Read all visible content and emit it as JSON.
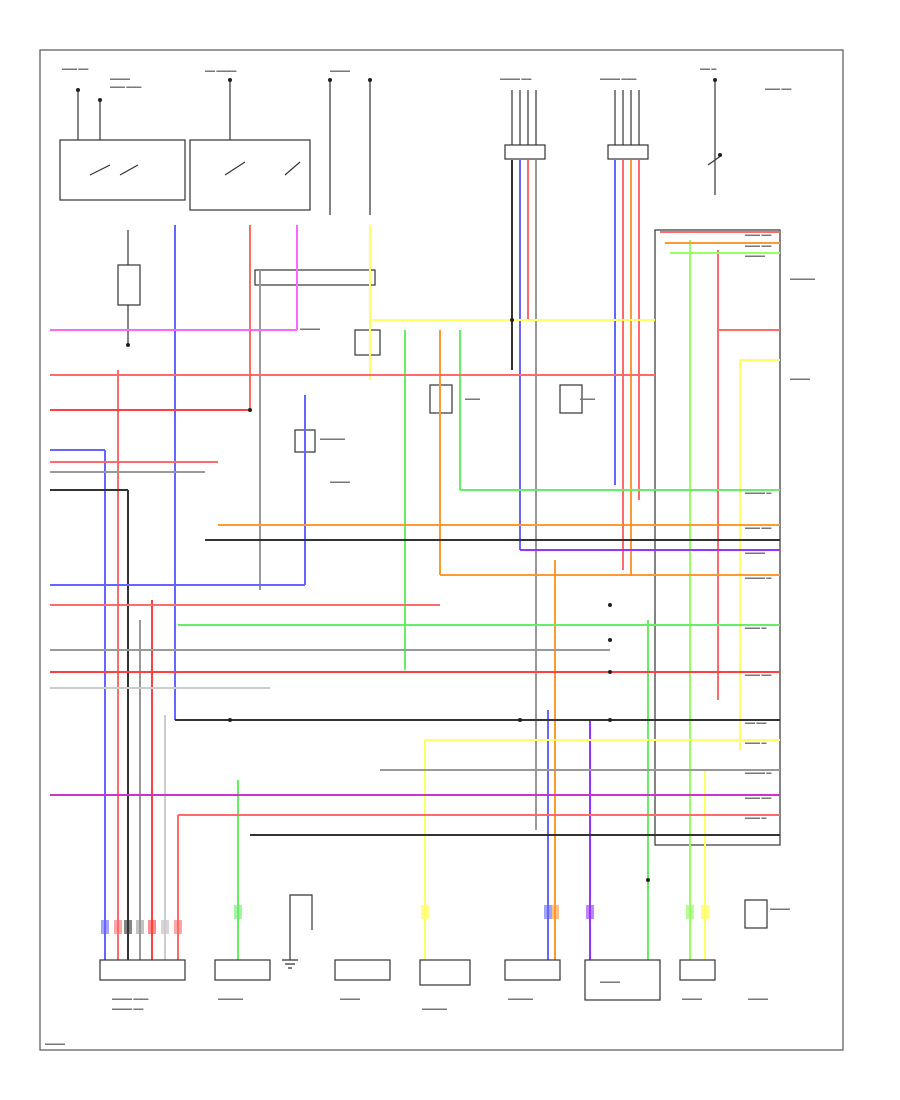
{
  "diagram": {
    "type": "automotive-wiring-schematic",
    "note": "",
    "wire_colors": {
      "red": "#ff6b6b",
      "red_dark": "#ff4040",
      "pink": "#ff66ff",
      "magenta": "#cc33cc",
      "blue": "#6666ff",
      "violet": "#9933ff",
      "green": "#66ee66",
      "light_green": "#99ff66",
      "yellow": "#ffff66",
      "orange": "#ff9933",
      "gray": "#999999",
      "black": "#333333",
      "tan": "#cc9966"
    },
    "components": [
      {
        "id": "top-left-relay-group",
        "icon": "relay-icon"
      },
      {
        "id": "top-center-fuse-group",
        "icon": "fuse-icon"
      },
      {
        "id": "top-right-connector-a",
        "icon": "connector-icon"
      },
      {
        "id": "top-right-connector-b",
        "icon": "connector-icon"
      },
      {
        "id": "top-far-right-switch",
        "icon": "switch-icon"
      },
      {
        "id": "mid-left-solenoid",
        "icon": "solenoid-icon"
      },
      {
        "id": "mid-center-relay",
        "icon": "relay-icon"
      },
      {
        "id": "mid-center-sensor",
        "icon": "sensor-icon"
      },
      {
        "id": "mid-right-sensor",
        "icon": "sensor-icon"
      },
      {
        "id": "right-control-module",
        "icon": "module-icon"
      },
      {
        "id": "bottom-sensor-1",
        "icon": "sensor-icon"
      },
      {
        "id": "bottom-sensor-2",
        "icon": "sensor-icon"
      },
      {
        "id": "bottom-ground",
        "icon": "ground-icon"
      },
      {
        "id": "bottom-sensor-3",
        "icon": "sensor-icon"
      },
      {
        "id": "bottom-sensor-4",
        "icon": "sensor-icon"
      },
      {
        "id": "bottom-sensor-5",
        "icon": "sensor-icon"
      },
      {
        "id": "bottom-module-6",
        "icon": "module-icon"
      },
      {
        "id": "bottom-sensor-7",
        "icon": "sensor-icon"
      },
      {
        "id": "bottom-switch-8",
        "icon": "switch-icon"
      }
    ]
  }
}
